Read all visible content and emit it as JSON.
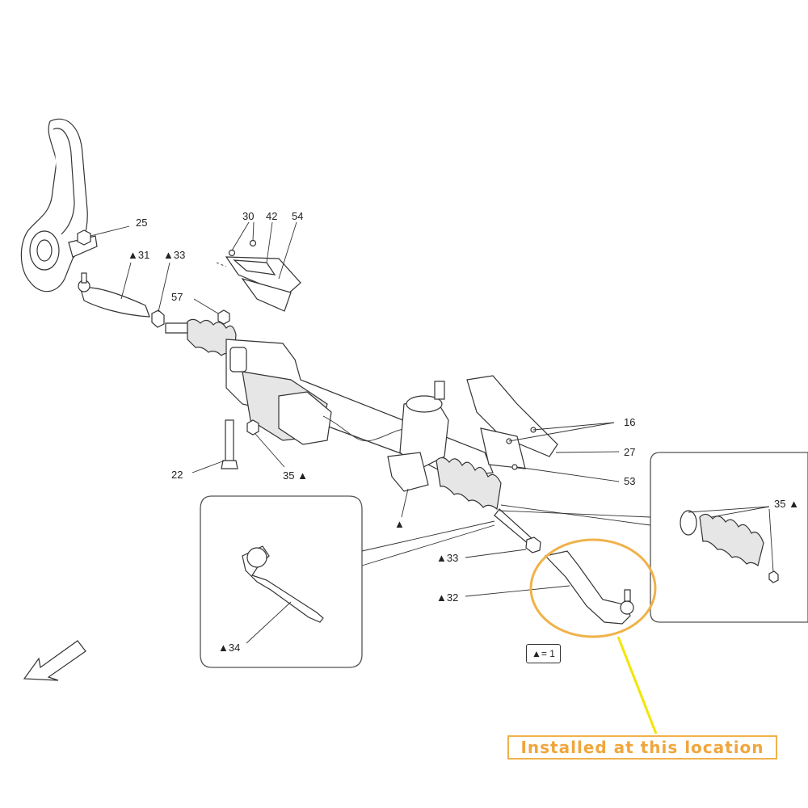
{
  "labels": {
    "l25": "25",
    "l31": "▲31",
    "l33a": "▲33",
    "l30": "30",
    "l42": "42",
    "l54": "54",
    "l57": "57",
    "l16": "16",
    "l27": "27",
    "l53": "53",
    "l22": "22",
    "l35a": "35 ▲",
    "l_tri": "▲",
    "l35b": "35 ▲",
    "l33b": "▲33",
    "l32": "▲32",
    "l34": "▲34"
  },
  "legend": "▲= 1",
  "callout": "Installed at this location",
  "colors": {
    "highlight_circle": "#f0b24a",
    "pointer_line": "#f2e600",
    "callout_text": "#f0a63c"
  },
  "icons": {
    "direction_arrow": "arrow-down-left-icon"
  }
}
